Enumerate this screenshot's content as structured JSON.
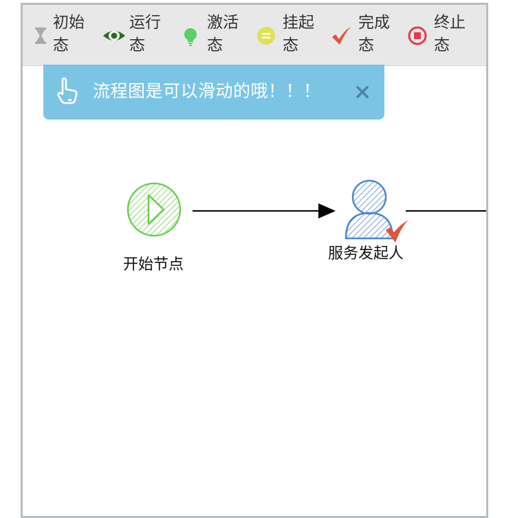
{
  "legend": {
    "items": [
      {
        "name": "initial",
        "label": "初始态",
        "icon": "hourglass-icon",
        "color": "#aaaaaa"
      },
      {
        "name": "running",
        "label": "运行态",
        "icon": "eye-icon",
        "color": "#2a6e1f"
      },
      {
        "name": "active",
        "label": "激活态",
        "icon": "lightbulb-icon",
        "color": "#5ccf6a"
      },
      {
        "name": "suspended",
        "label": "挂起态",
        "icon": "equals-circle-icon",
        "color": "#dfe157"
      },
      {
        "name": "done",
        "label": "完成态",
        "icon": "checkmark-icon",
        "color": "#e2533c"
      },
      {
        "name": "terminated",
        "label": "终止态",
        "icon": "stop-circle-icon",
        "color": "#e23b4b"
      }
    ]
  },
  "toast": {
    "message": "流程图是可以滑动的哦！！！",
    "color": "#7cc4e4"
  },
  "flow": {
    "nodes": [
      {
        "id": "start",
        "label": "开始节点",
        "icon": "play-circle-icon",
        "color": "#6ad04e"
      },
      {
        "id": "initiator",
        "label": "服务发起人",
        "icon": "user-icon",
        "color": "#4f87cf",
        "status": "done"
      }
    ]
  }
}
